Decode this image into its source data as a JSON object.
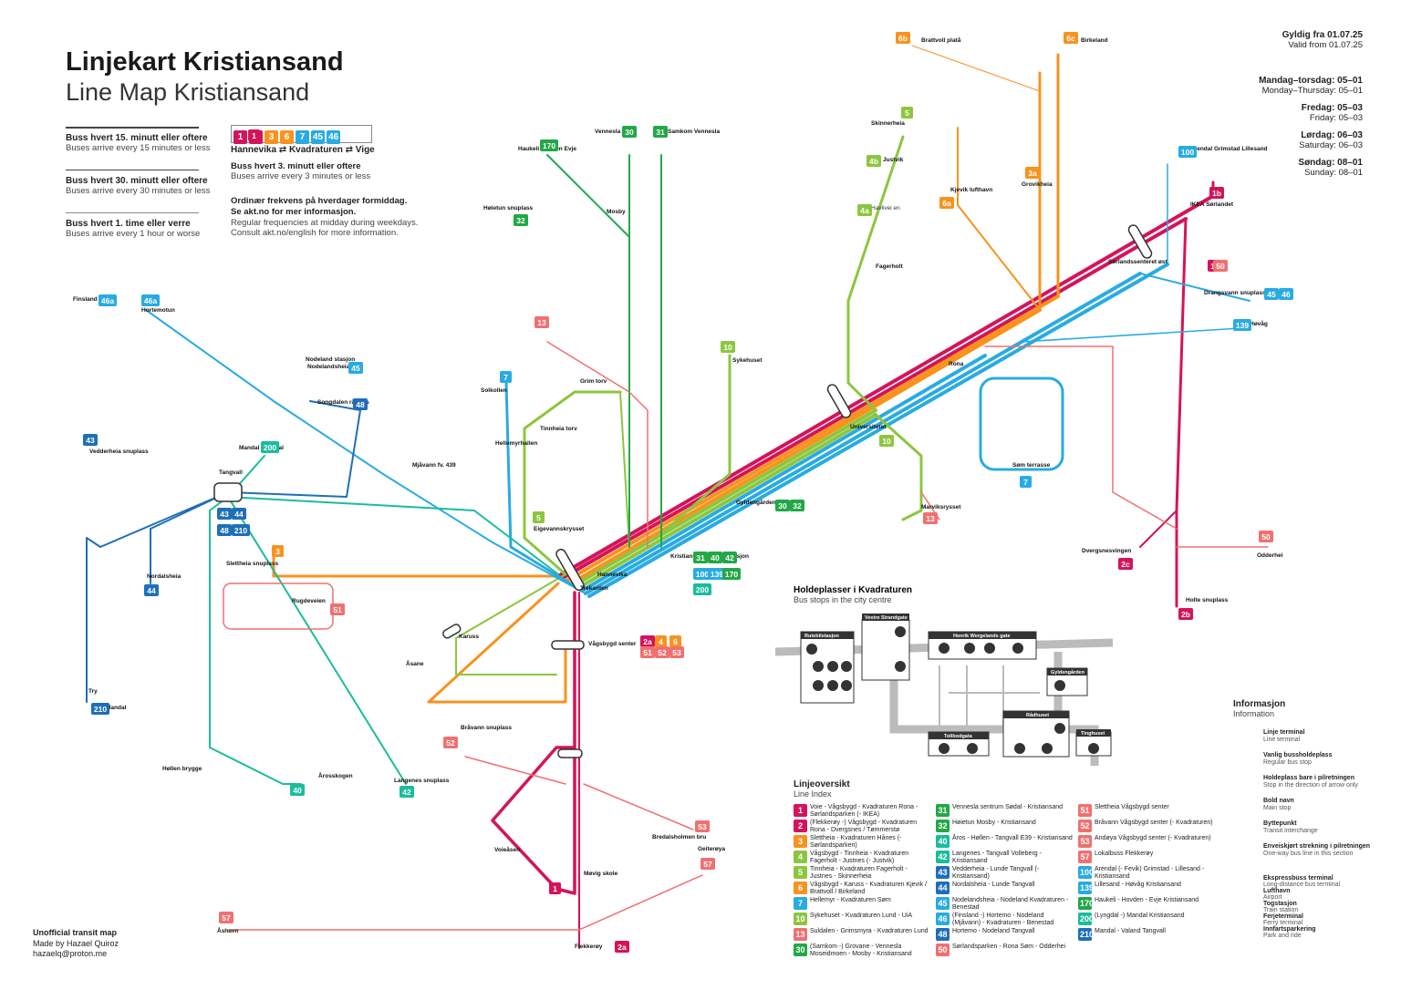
{
  "header": {
    "title": "Linjekart Kristiansand",
    "subtitle": "Line Map Kristiansand"
  },
  "valid": {
    "no": "Gyldig fra 01.07.25",
    "en": "Valid from 01.07.25"
  },
  "legend": {
    "f15_no": "Buss hvert 15. minutt eller oftere",
    "f15_en": "Buses arrive every 15 minutes or less",
    "f30_no": "Buss hvert 30. minutt eller oftere",
    "f30_en": "Buses arrive every 30 minutes or less",
    "f60_no": "Buss hvert 1. time eller verre",
    "f60_en": "Buses arrive every 1 hour or worse"
  },
  "trunk": {
    "route_no": "Hannevika ⇄ Kvadraturen ⇄ Vige",
    "freq_no": "Buss hvert 3. minutt eller oftere",
    "freq_en": "Buses arrive every 3 minutes or less",
    "badges": [
      {
        "t": "1",
        "c": "#d4145a"
      },
      {
        "t": "2",
        "c": "#d4145a"
      },
      {
        "t": "3",
        "c": "#f7931e"
      },
      {
        "t": "6",
        "c": "#f7931e"
      },
      {
        "t": "7",
        "c": "#29abe2"
      },
      {
        "t": "45",
        "c": "#29abe2"
      },
      {
        "t": "46",
        "c": "#29abe2"
      }
    ]
  },
  "note": {
    "l1": "Ordinær frekvens på hverdager formiddag.",
    "l2": "Se akt.no for mer informasjon.",
    "l3": "Regular frequencies at midday during weekdays.",
    "l4": "Consult akt.no/english for more information."
  },
  "days": [
    {
      "no": "Mandag–torsdag: 05–01",
      "en": "Monday–Thursday: 05–01"
    },
    {
      "no": "Fredag: 05–03",
      "en": "Friday: 05–03"
    },
    {
      "no": "Lørdag: 06–03",
      "en": "Saturday: 06–03"
    },
    {
      "no": "Søndag: 08–01",
      "en": "Sunday: 08–01"
    }
  ],
  "centre": {
    "title_no": "Holdeplasser i Kvadraturen",
    "title_en": "Bus stops in the city centre",
    "labels": [
      "Rutebilstasjon",
      "Vestre Strandgate",
      "Henrik Wergelands gate",
      "Gyldengården",
      "Tollbodgata",
      "Rådhuset",
      "Tinghuset"
    ]
  },
  "index_title": {
    "no": "Linjeoversikt",
    "en": "Line Index"
  },
  "index": [
    {
      "n": "1",
      "c": "#d4145a",
      "t": "Voie - Vågsbygd - Kvadraturen Rona - Sørlandsparken (- IKEA)"
    },
    {
      "n": "2",
      "c": "#d4145a",
      "t": "(Flekkerøy -) Vågsbygd - Kvadraturen Rona - Dvergsnes / Tømmerstø"
    },
    {
      "n": "3",
      "c": "#f7931e",
      "t": "Slettheia - Kvadraturen Hånes (- Sørlandsparken)"
    },
    {
      "n": "4",
      "c": "#8cc63f",
      "t": "Vågsbygd - Tinnheia - Kvadraturen Fagerholt - Justnes (- Justvik)"
    },
    {
      "n": "5",
      "c": "#8cc63f",
      "t": "Tinnheia - Kvadraturen Fagerholt - Justnes - Skinnerheia"
    },
    {
      "n": "6",
      "c": "#f7931e",
      "t": "Vågsbygd - Karuss - Kvadraturen Kjevik / Brattvoll / Birkeland"
    },
    {
      "n": "7",
      "c": "#29abe2",
      "t": "Hellemyr - Kvadraturen Søm"
    },
    {
      "n": "10",
      "c": "#8cc63f",
      "t": "Sykehuset - Kvadraturen Lund - UiA"
    },
    {
      "n": "13",
      "c": "#f07070",
      "t": "Suldalen - Grimsmyra - Kvadraturen Lund"
    },
    {
      "n": "30",
      "c": "#22a846",
      "t": "(Samkom -) Grovane - Vennesla Moseidmoen - Mosby - Kristiansand"
    },
    {
      "n": "31",
      "c": "#22a846",
      "t": "Vennesla sentrum Sødal - Kristiansand"
    },
    {
      "n": "32",
      "c": "#22a846",
      "t": "Høietun Mosby - Kristiansand"
    },
    {
      "n": "40",
      "c": "#1abc9c",
      "t": "Åros - Høllen - Tangvall E39 - Kristiansand"
    },
    {
      "n": "42",
      "c": "#1abc9c",
      "t": "Langenes - Tangvall Volleberg - Kristiansand"
    },
    {
      "n": "43",
      "c": "#1e6fb8",
      "t": "Vedderheia - Lunde Tangvall (- Kristiansand)"
    },
    {
      "n": "44",
      "c": "#1e6fb8",
      "t": "Nordalsheia - Lunde Tangvall"
    },
    {
      "n": "45",
      "c": "#29abe2",
      "t": "Nodelandsheia - Nodeland Kvadraturen - Benestad"
    },
    {
      "n": "46",
      "c": "#29abe2",
      "t": "(Finsland -) Hortemo - Nodeland (Mjåvann) - Kvadraturen - Benestad"
    },
    {
      "n": "48",
      "c": "#1e6fb8",
      "t": "Hortemo - Nodeland Tangvall"
    },
    {
      "n": "50",
      "c": "#f07070",
      "t": "Sørlandsparken - Rona Søm - Odderhei"
    },
    {
      "n": "51",
      "c": "#f07070",
      "t": "Slettheia Vågsbygd senter"
    },
    {
      "n": "52",
      "c": "#f07070",
      "t": "Bråvann Vågsbygd senter (- Kvadraturen)"
    },
    {
      "n": "53",
      "c": "#f07070",
      "t": "Andøya Vågsbygd senter (- Kvadraturen)"
    },
    {
      "n": "57",
      "c": "#f07070",
      "t": "Lokalbuss Flekkerøy"
    },
    {
      "n": "100",
      "c": "#29abe2",
      "t": "Arendal (- Fevik) Grimstad - Lillesand - Kristiansand"
    },
    {
      "n": "139",
      "c": "#29abe2",
      "t": "Lillesand - Høvåg Kristiansand"
    },
    {
      "n": "170",
      "c": "#22a846",
      "t": "Haukeli - Hovden - Evje Kristiansand"
    },
    {
      "n": "200",
      "c": "#1abc9c",
      "t": "(Lyngdal -) Mandal Kristiansand"
    },
    {
      "n": "210",
      "c": "#1e6fb8",
      "t": "Mandal - Valand Tangvall"
    }
  ],
  "info": {
    "title_no": "Informasjon",
    "title_en": "Information",
    "items": [
      "Linje terminal",
      "Line terminal",
      "Vanlig bussholdeplass",
      "Regular bus stop",
      "Holdeplass bare i pilretningen",
      "Stop in the direction of arrow only",
      "Bold navn",
      "Main stop",
      "Byttepunkt",
      "Transit interchange",
      "Enveiskjørt strekning i pilretningen",
      "One-way bus line in this section",
      "Ekspressbuss terminal",
      "Long-distance bus terminal",
      "Lufthavn",
      "Airport",
      "Togstasjon",
      "Train station",
      "Ferjeterminal",
      "Ferry terminal",
      "Innfartsparkering",
      "Park and ride"
    ]
  },
  "credit": {
    "l1": "Unofficial transit map",
    "l2": "Made by Hazael Quiroz",
    "l3": "hazaelq@proton.me"
  },
  "map_labels": [
    {
      "t": "Hannevika",
      "b": true
    },
    {
      "t": "Universitetet",
      "b": true
    },
    {
      "t": "Sørlandssenteret øst",
      "b": true
    },
    {
      "t": "Vågsbygd senter",
      "b": true
    },
    {
      "t": "Kristiansand Rutebilstasjon",
      "b": true
    },
    {
      "t": "Trekanten",
      "b": true
    },
    {
      "t": "Tangvall",
      "b": true
    },
    {
      "t": "Søm terrasse",
      "b": true
    },
    {
      "t": "Flekkerøy",
      "b": true
    },
    {
      "t": "Voieåsen",
      "b": true
    },
    {
      "t": "Møvig skole",
      "b": true
    },
    {
      "t": "Gyldengården",
      "b": true
    },
    {
      "t": "Eigevannskrysset",
      "b": true
    },
    {
      "t": "Grim torv",
      "b": true
    },
    {
      "t": "Mosby",
      "b": true
    },
    {
      "t": "Vennesla",
      "b": true
    },
    {
      "t": "Samkom Vennesla",
      "b": true
    },
    {
      "t": "Birkeland",
      "b": true
    },
    {
      "t": "Brattvoll platå",
      "b": true
    },
    {
      "t": "Skinnerheia",
      "b": true
    },
    {
      "t": "Justvik",
      "b": true
    },
    {
      "t": "Havlivei en",
      "b": false
    },
    {
      "t": "Fagerholt",
      "b": true
    },
    {
      "t": "Kjevik lufthavn",
      "b": true
    },
    {
      "t": "Grovikheia",
      "b": true
    },
    {
      "t": "IKEA Sørlandet",
      "b": true
    },
    {
      "t": "Arendal Grimstad Lillesand",
      "b": true
    },
    {
      "t": "Drangsvann snuplass",
      "b": true
    },
    {
      "t": "Høvåg",
      "b": true
    },
    {
      "t": "Rona",
      "b": true
    },
    {
      "t": "Dvergsnesvingen",
      "b": true
    },
    {
      "t": "Holte snuplass",
      "b": true
    },
    {
      "t": "Odderhei",
      "b": true
    },
    {
      "t": "Marviksrysset",
      "b": true
    },
    {
      "t": "Sykehuset",
      "b": true
    },
    {
      "t": "Solkollen",
      "b": true
    },
    {
      "t": "Tinnheia torv",
      "b": true
    },
    {
      "t": "Hellemyrhallen",
      "b": true
    },
    {
      "t": "Slettheia snuplass",
      "b": true
    },
    {
      "t": "Rugdeveien",
      "b": true
    },
    {
      "t": "Karuss",
      "b": true
    },
    {
      "t": "Åsane",
      "b": true
    },
    {
      "t": "Bråvann snuplass",
      "b": true
    },
    {
      "t": "Bredalsholmen bru",
      "b": true
    },
    {
      "t": "Geiterøya",
      "b": true
    },
    {
      "t": "Åshavn",
      "b": true
    },
    {
      "t": "Vedderheia snuplass",
      "b": true
    },
    {
      "t": "Nordalsheia",
      "b": true
    },
    {
      "t": "Mandal",
      "b": true
    },
    {
      "t": "Mandal Lyngdal",
      "b": true
    },
    {
      "t": "Finsland",
      "b": true
    },
    {
      "t": "Hortemotun",
      "b": true
    },
    {
      "t": "Nodelandsheia",
      "b": true
    },
    {
      "t": "Nodeland stasjon",
      "b": true
    },
    {
      "t": "Songdalen rådhus",
      "b": true
    },
    {
      "t": "Mjåvann fv. 439",
      "b": true
    },
    {
      "t": "Langenes snuplass",
      "b": true
    },
    {
      "t": "Høllen brygge",
      "b": true
    },
    {
      "t": "Årosskogen",
      "b": true
    },
    {
      "t": "Try",
      "b": true
    },
    {
      "t": "Haukeli Hovden Evje",
      "b": true
    },
    {
      "t": "Høietun snuplass",
      "b": true
    }
  ]
}
